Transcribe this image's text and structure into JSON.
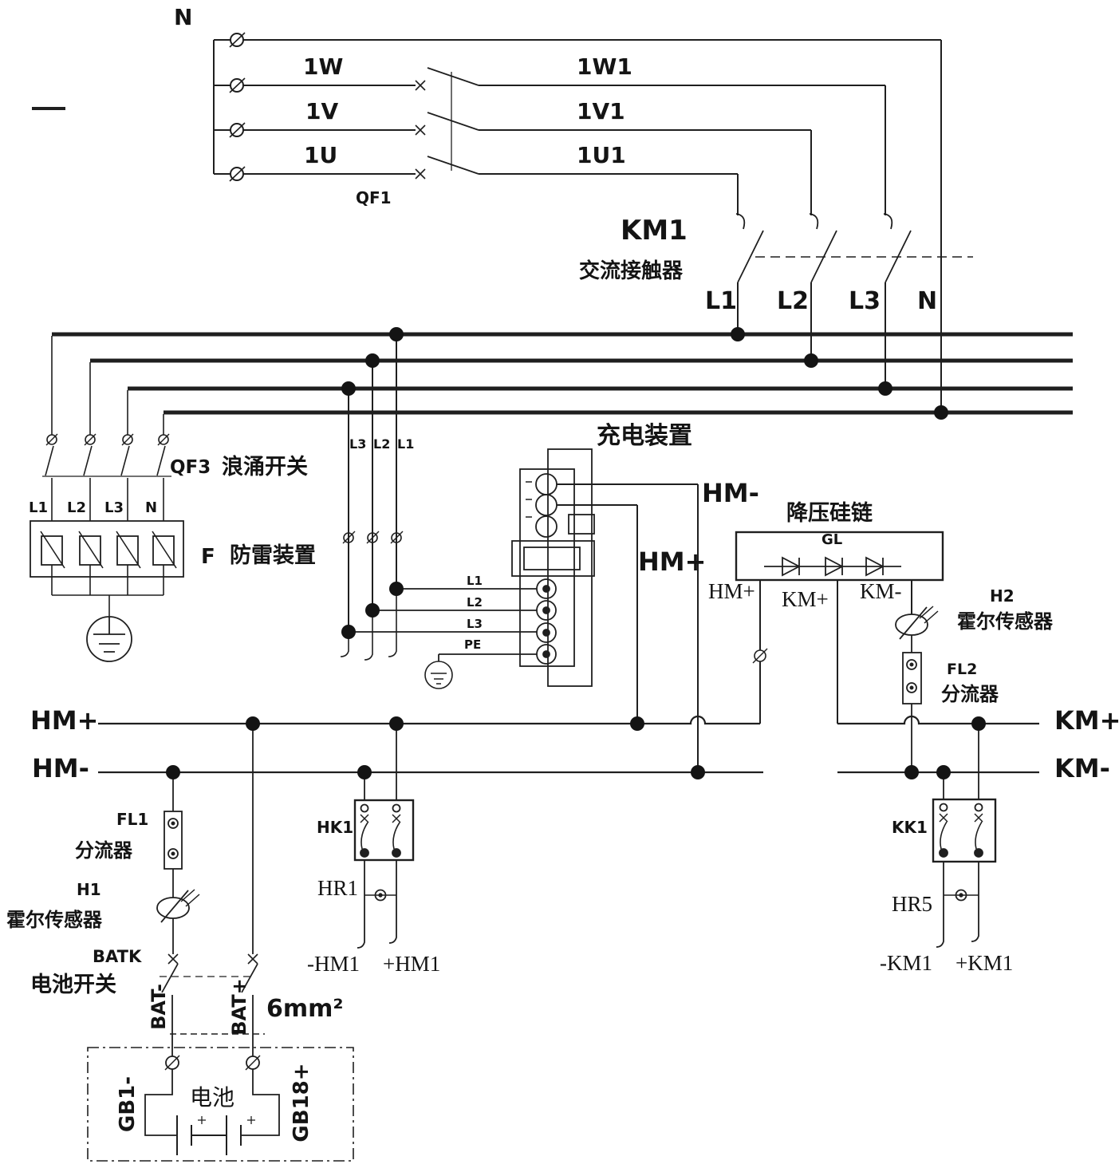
{
  "incoming": {
    "n": "N",
    "w": "1W",
    "v": "1V",
    "u": "1U",
    "breaker": "QF1"
  },
  "feeders": {
    "w1": "1W1",
    "v1": "1V1",
    "u1": "1U1"
  },
  "contactor": {
    "id": "KM1",
    "name": "交流接触器",
    "l1": "L1",
    "l2": "L2",
    "l3": "L3",
    "n": "N"
  },
  "surge_switch": {
    "id": "QF3",
    "name": "浪涌开关"
  },
  "arrester": {
    "id": "F",
    "name": "防雷装置",
    "l1": "L1",
    "l2": "L2",
    "l3": "L3",
    "n": "N"
  },
  "feed_drops": {
    "l3": "L3",
    "l2": "L2",
    "l1": "L1"
  },
  "charger": {
    "name": "充电装置",
    "l1": "L1",
    "l2": "L2",
    "l3": "L3",
    "pe": "PE",
    "out_neg": "HM-",
    "out_pos": "HM+"
  },
  "silicon_chain": {
    "name": "降压硅链",
    "id": "GL",
    "hm_pos": "HM+",
    "km_pos": "KM+",
    "km_neg": "KM-"
  },
  "hall_2": {
    "id": "H2",
    "name": "霍尔传感器"
  },
  "shunt_2": {
    "id": "FL2",
    "name": "分流器"
  },
  "dc_bus": {
    "hm_pos": "HM+",
    "hm_neg": "HM-",
    "km_pos": "KM+",
    "km_neg": "KM-"
  },
  "shunt_1": {
    "id": "FL1",
    "name": "分流器"
  },
  "hall_1": {
    "id": "H1",
    "name": "霍尔传感器"
  },
  "hk1": {
    "id": "HK1",
    "tap": "HR1",
    "neg": "-HM1",
    "pos": "+HM1"
  },
  "kk1": {
    "id": "KK1",
    "tap": "HR5",
    "neg": "-KM1",
    "pos": "+KM1"
  },
  "battery_switch": {
    "id": "BATK",
    "name": "电池开关",
    "neg": "BAT-",
    "pos": "BAT+",
    "wire_spec": "6mm²"
  },
  "battery": {
    "name": "电池",
    "neg_terminal": "GB1-",
    "pos_terminal": "GB18+"
  },
  "colors": {
    "line": "#1f1f1f",
    "background": "#ffffff"
  }
}
